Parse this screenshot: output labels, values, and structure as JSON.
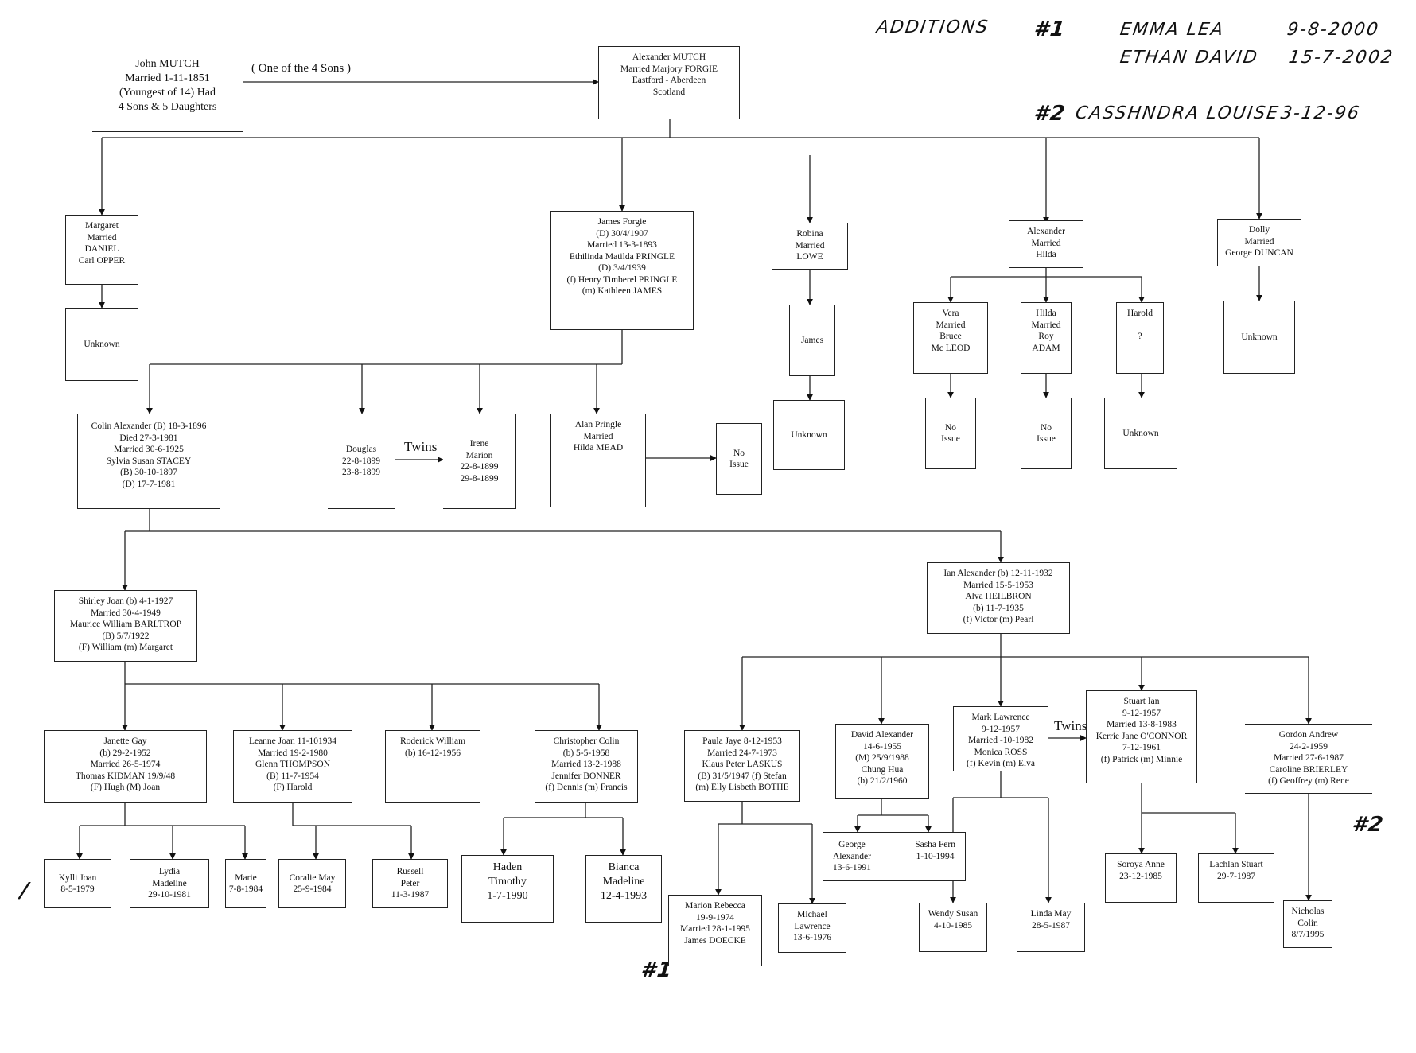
{
  "annotations": {
    "additions_title": "ADDITIONS",
    "add1_marker": "#1",
    "add1_line1_name": "EMMA LEA",
    "add1_line1_date": "9-8-2000",
    "add1_line2_name": "ETHAN DAVID",
    "add1_line2_date": "15-7-2002",
    "add2_marker": "#2",
    "add2_name": "CASSHNDRA LOUISE",
    "add2_date": "3-12-96",
    "marker_marion": "#1",
    "marker_gordon": "#2",
    "tick_mark": "/"
  },
  "labels": {
    "one_of_sons": "(   One of the 4 Sons   )",
    "twins_douglas": "Twins",
    "twins_mark": "Twins"
  },
  "people": {
    "john": [
      "John MUTCH",
      "Married  1-11-1851",
      "(Youngest of 14) Had",
      "4 Sons & 5 Daughters"
    ],
    "alexander_sr": [
      "Alexander MUTCH",
      "Married Marjory FORGIE",
      "Eastford - Aberdeen",
      "Scotland"
    ],
    "margaret": [
      "Margaret",
      "Married",
      "DANIEL",
      "Carl OPPER"
    ],
    "margaret_child": [
      "Unknown"
    ],
    "james_forgie": [
      "James Forgie",
      "(D) 30/4/1907",
      "Married 13-3-1893",
      "Ethilinda Matilda PRINGLE",
      "(D) 3/4/1939",
      "(f) Henry Timberel PRINGLE",
      "(m) Kathleen JAMES"
    ],
    "robina": [
      "Robina",
      "Married",
      "LOWE"
    ],
    "james_lowe": [
      "James"
    ],
    "james_lowe_child": [
      "Unknown"
    ],
    "alexander_hilda": [
      "Alexander",
      "Married",
      "Hilda"
    ],
    "vera": [
      "Vera",
      "Married",
      "Bruce",
      "Mc LEOD"
    ],
    "vera_child": [
      "No",
      "Issue"
    ],
    "hilda": [
      "Hilda",
      "Married",
      "Roy",
      "ADAM"
    ],
    "hilda_child": [
      "No",
      "Issue"
    ],
    "harold": [
      "Harold",
      "",
      "?"
    ],
    "harold_child": [
      "Unknown"
    ],
    "dolly": [
      "Dolly",
      "Married",
      "George DUNCAN"
    ],
    "dolly_child": [
      "Unknown"
    ],
    "colin": [
      "Colin Alexander (B) 18-3-1896",
      "Died  27-3-1981",
      "Married 30-6-1925",
      "Sylvia Susan STACEY",
      "(B) 30-10-1897",
      "(D) 17-7-1981"
    ],
    "douglas": [
      "Douglas",
      "22-8-1899",
      "23-8-1899"
    ],
    "irene": [
      "Irene",
      "Marion",
      "22-8-1899",
      "29-8-1899"
    ],
    "alan": [
      "Alan Pringle",
      "Married",
      "Hilda MEAD"
    ],
    "alan_child": [
      "No",
      "Issue"
    ],
    "shirley": [
      "Shirley Joan (b) 4-1-1927",
      "Married 30-4-1949",
      "Maurice William BARLTROP",
      "(B) 5/7/1922",
      "(F) William  (m) Margaret"
    ],
    "ian": [
      "Ian Alexander (b)  12-11-1932",
      "Married 15-5-1953",
      "Alva HEILBRON",
      "(b) 11-7-1935",
      "(f) Victor  (m)  Pearl"
    ],
    "janette": [
      "Janette Gay",
      "(b) 29-2-1952",
      "Married 26-5-1974",
      "Thomas KIDMAN 19/9/48",
      "(F) Hugh  (M) Joan"
    ],
    "leanne": [
      "Leanne Joan 11-101934",
      "Married 19-2-1980",
      "Glenn THOMPSON",
      "(B) 11-7-1954",
      "(F) Harold"
    ],
    "roderick": [
      "Roderick William",
      "(b) 16-12-1956"
    ],
    "christopher": [
      "Christopher Colin",
      "(b) 5-5-1958",
      "Married 13-2-1988",
      "Jennifer BONNER",
      "(f) Dennis (m) Francis"
    ],
    "paula": [
      "Paula Jaye 8-12-1953",
      "Married 24-7-1973",
      "Klaus Peter LASKUS",
      "(B) 31/5/1947 (f) Stefan",
      "(m) Elly Lisbeth BOTHE"
    ],
    "david": [
      "David Alexander",
      "14-6-1955",
      "(M) 25/9/1988",
      "Chung Hua",
      "(b) 21/2/1960"
    ],
    "mark": [
      "Mark Lawrence",
      "9-12-1957",
      "Married -10-1982",
      "Monica ROSS",
      "(f) Kevin  (m) Elva"
    ],
    "stuart": [
      "Stuart Ian",
      "9-12-1957",
      "Married 13-8-1983",
      "Kerrie Jane O'CONNOR",
      "7-12-1961",
      "(f) Patrick  (m) Minnie"
    ],
    "gordon": [
      "Gordon Andrew",
      "24-2-1959",
      "Married 27-6-1987",
      "Caroline BRIERLEY",
      "(f) Geoffrey (m) Rene"
    ],
    "kylli": [
      "Kylli Joan",
      "8-5-1979"
    ],
    "lydia": [
      "Lydia",
      "Madeline",
      "29-10-1981"
    ],
    "marie": [
      "Marie",
      "7-8-1984"
    ],
    "coralie": [
      "Coralie May",
      "25-9-1984"
    ],
    "russell": [
      "Russell",
      "Peter",
      "11-3-1987"
    ],
    "haden": [
      "Haden",
      "Timothy",
      "1-7-1990"
    ],
    "bianca": [
      "Bianca",
      "Madeline",
      "12-4-1993"
    ],
    "marion": [
      "Marion Rebecca",
      "19-9-1974",
      "Married 28-1-1995",
      "James DOECKE"
    ],
    "michael": [
      "Michael",
      "Lawrence",
      "13-6-1976"
    ],
    "george": [
      "George",
      "Alexander",
      "13-6-1991"
    ],
    "sasha": [
      "Sasha Fern",
      "1-10-1994"
    ],
    "wendy": [
      "Wendy Susan",
      "4-10-1985"
    ],
    "linda": [
      "Linda May",
      "28-5-1987"
    ],
    "soroya": [
      "Soroya Anne",
      "23-12-1985"
    ],
    "lachlan": [
      "Lachlan Stuart",
      "29-7-1987"
    ],
    "nicholas": [
      "Nicholas",
      "Colin",
      "8/7/1995"
    ]
  }
}
